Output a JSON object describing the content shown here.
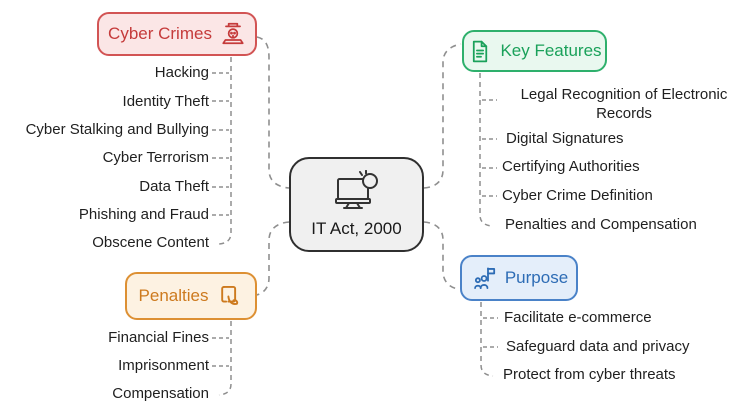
{
  "diagram": {
    "type": "mindmap",
    "center": {
      "label": "IT Act, 2000",
      "icon": "computer-alert-icon"
    },
    "connector_color": "#8f8f8f",
    "branches": [
      {
        "id": "cyber-crimes",
        "label": "Cyber Crimes",
        "icon": "hacker-skull-laptop-icon",
        "colors": {
          "border": "#d25454",
          "background": "#fbe6e6",
          "text": "#c53b3b"
        },
        "items": [
          "Hacking",
          "Identity Theft",
          "Cyber Stalking and Bullying",
          "Cyber Terrorism",
          "Data Theft",
          "Phishing and Fraud",
          "Obscene Content"
        ]
      },
      {
        "id": "key-features",
        "label": "Key Features",
        "icon": "document-icon",
        "colors": {
          "border": "#2eb06c",
          "background": "#e9f8ef",
          "text": "#1aa15a"
        },
        "items": [
          "Legal Recognition of Electronic Records",
          "Digital Signatures",
          "Certifying Authorities",
          "Cyber Crime Definition",
          "Penalties and Compensation"
        ]
      },
      {
        "id": "penalties",
        "label": "Penalties",
        "icon": "card-gavel-icon",
        "colors": {
          "border": "#dd9033",
          "background": "#fdf2e2",
          "text": "#cd7a1e"
        },
        "items": [
          "Financial Fines",
          "Imprisonment",
          "Compensation"
        ]
      },
      {
        "id": "purpose",
        "label": "Purpose",
        "icon": "team-flag-icon",
        "colors": {
          "border": "#4a82c8",
          "background": "#e4eefa",
          "text": "#2d6cb5"
        },
        "items": [
          "Facilitate e-commerce",
          "Safeguard data and privacy",
          "Protect from cyber threats"
        ]
      }
    ]
  }
}
